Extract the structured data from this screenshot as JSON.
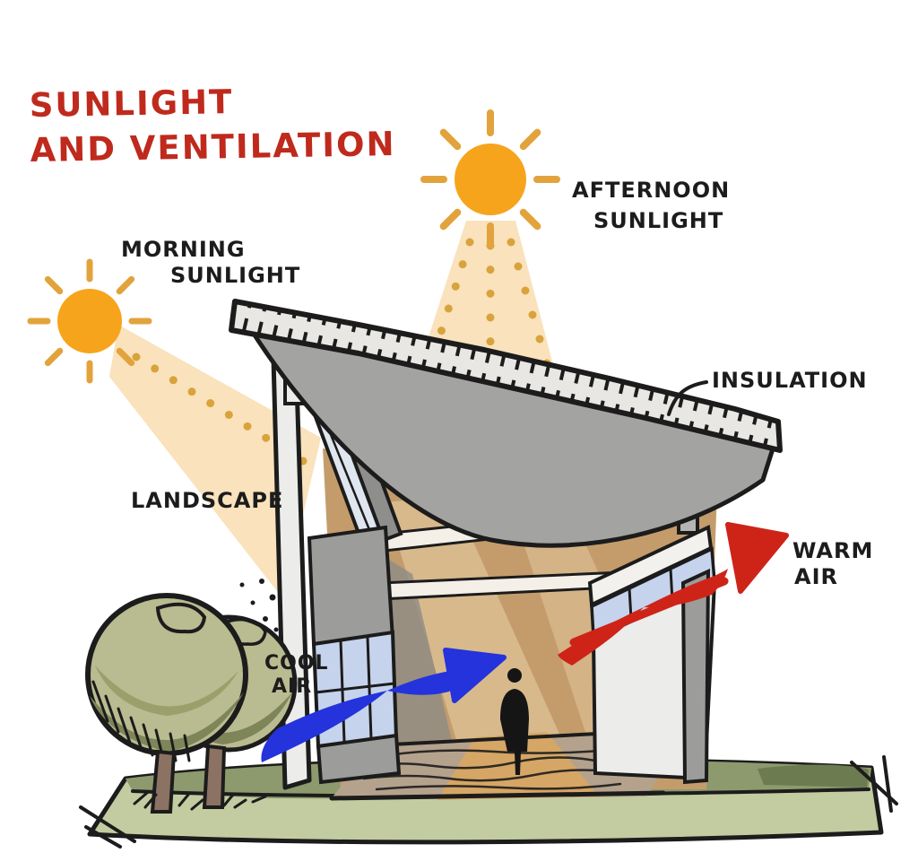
{
  "title": {
    "line1": "SUNLIGHT",
    "line2": "AND VENTILATION"
  },
  "labels": {
    "morning_sunlight": {
      "line1": "MORNING",
      "line2": "SUNLIGHT"
    },
    "afternoon_sunlight": {
      "line1": "AFTERNOON",
      "line2": "SUNLIGHT"
    },
    "insulation": "INSULATION",
    "landscape": "LANDSCAPE",
    "cool_air": {
      "line1": "COOL",
      "line2": "AIR"
    },
    "warm_air": {
      "line1": "WARM",
      "line2": "AIR"
    }
  },
  "icons": {
    "morning_sun": "sun-icon",
    "afternoon_sun": "sun-icon",
    "cool_air_arrow": "blue-ribbon-arrow",
    "warm_air_arrow": "red-ribbon-arrow"
  },
  "colors": {
    "ink": "#1c1c1c",
    "title_red": "#bf2a1d",
    "sun_orange": "#f7a41d",
    "ray_orange": "#e2a33c",
    "beam": "#f8e0b6",
    "dot": "#d9a33c",
    "roof_gray": "#a3a3a1",
    "insulation_fill": "#e9e7e3",
    "wall_gray": "#9c9c9a",
    "wall_mid": "#b5b5b3",
    "wall_light": "#ececea",
    "glass_blue": "#c5d3ec",
    "glass_pale": "#dfe6ef",
    "interior_tan": "#c49c6c",
    "interior_light": "#dcbe92",
    "interior_shadow": "#8f8c86",
    "floor": "#b5a28d",
    "floor_warm": "#d8a660",
    "grass": "#8d9a6e",
    "grass_dark": "#6d7b51",
    "earth": "#c3cba1",
    "canopy_light": "#b9bb90",
    "canopy_mid": "#9aa06b",
    "canopy_dark": "#7e8558",
    "trunk": "#8b7262",
    "cool_blue": "#2433db",
    "warm_red": "#ce2418",
    "person": "#151515"
  }
}
